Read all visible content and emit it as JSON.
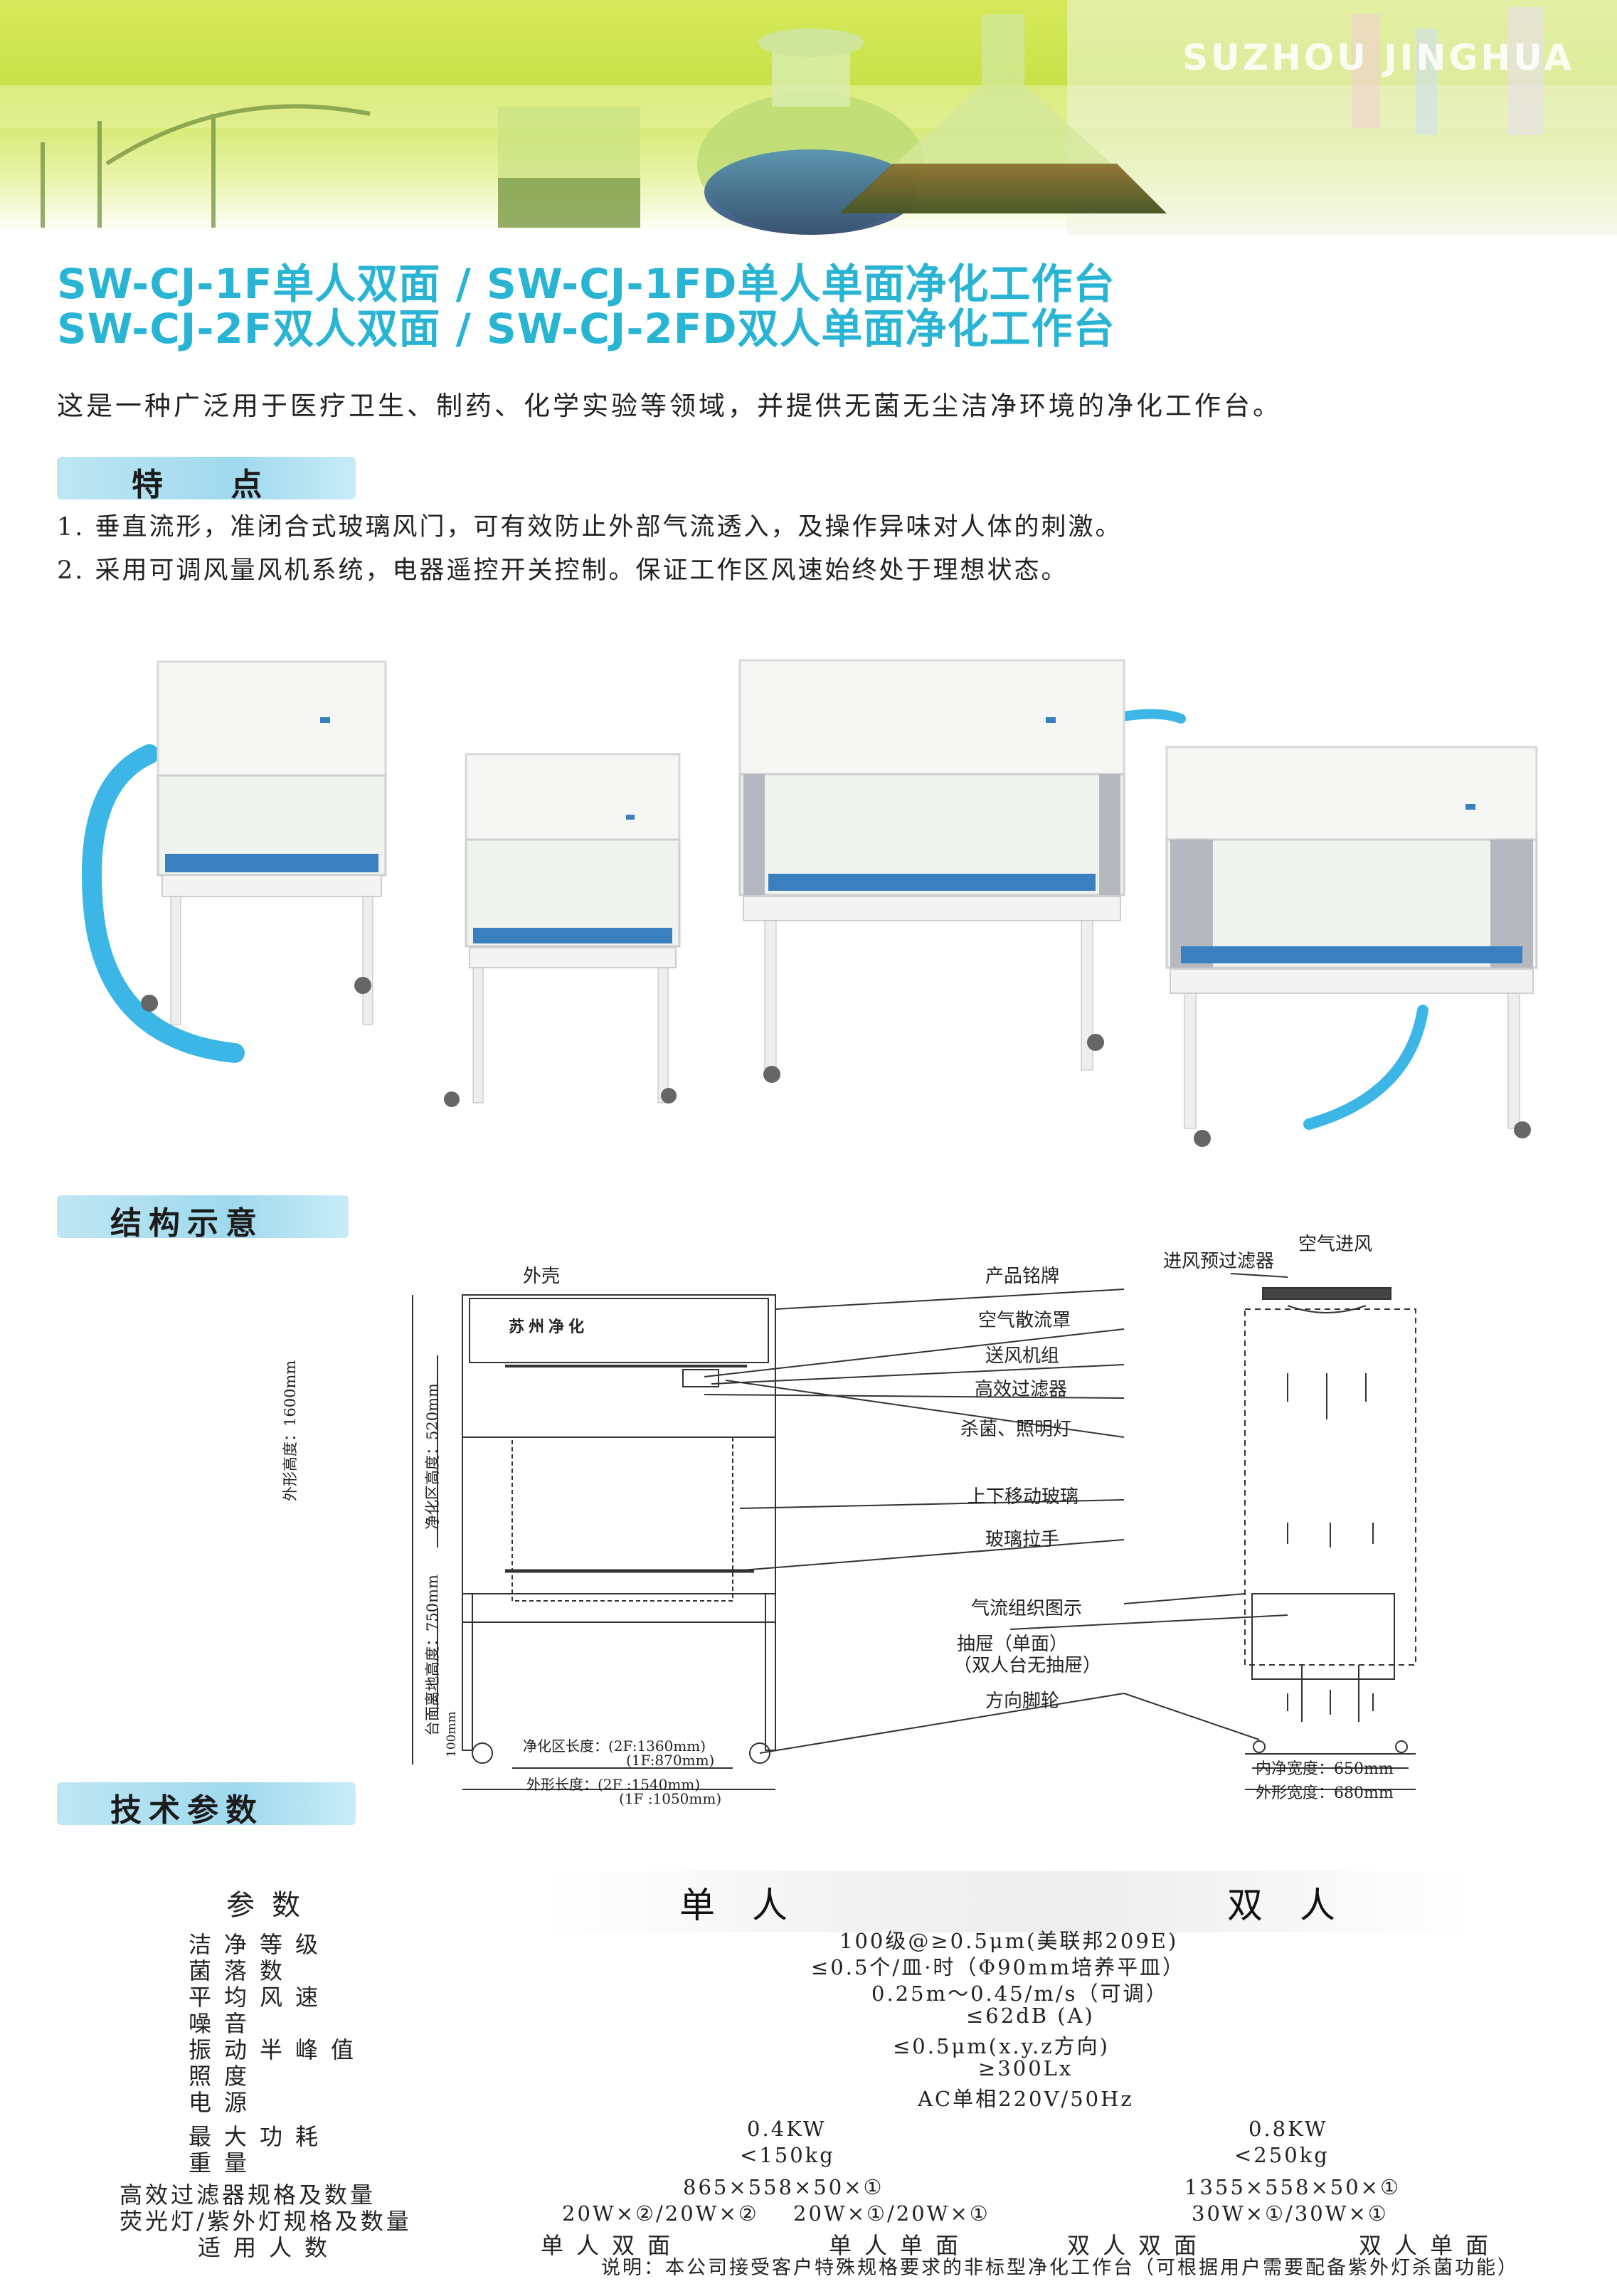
{
  "header": {
    "brand": "SUZHOU JINGHUA",
    "title_line1": "SW-CJ-1F单人双面 / SW-CJ-1FD单人单面净化工作台",
    "title_line2": "SW-CJ-2F双人双面 / SW-CJ-2FD双人单面净化工作台",
    "intro": "这是一种广泛用于医疗卫生、制药、化学实验等领域，并提供无菌无尘洁净环境的净化工作台。"
  },
  "features": {
    "heading": "特  点",
    "items": [
      "1. 垂直流形，准闭合式玻璃风门，可有效防止外部气流透入，及操作异味对人体的刺激。",
      "2. 采用可调风量风机系统，电器遥控开关控制。保证工作区风速始终处于理想状态。"
    ]
  },
  "structure": {
    "heading": "结构示意",
    "front_labels": {
      "shell": "外壳",
      "nameplate_text": "苏州净化",
      "outer_height": "外形高度：1600mm",
      "clean_height": "净化区高度：520mm",
      "table_height": "台面离地高度：750mm",
      "wheel_height": "100mm",
      "clean_length_1": "净化区长度：(2F:1360mm)",
      "clean_length_2": "(1F:870mm)",
      "outer_length_1": "外形长度：(2F :1540mm)",
      "outer_length_2": "(1F :1050mm)"
    },
    "callouts": [
      "产品铭牌",
      "空气散流罩",
      "送风机组",
      "高效过滤器",
      "杀菌、照明灯",
      "上下移动玻璃",
      "玻璃拉手",
      "气流组织图示",
      "抽屉（单面）",
      "（双人台无抽屉）",
      "方向脚轮"
    ],
    "side_labels": {
      "air_inlet": "空气进风",
      "pre_filter": "进风预过滤器",
      "inner_width": "内净宽度：650mm",
      "outer_width": "外形宽度：680mm"
    }
  },
  "specs": {
    "heading": "技术参数",
    "param_header": "参数",
    "col_single": "单人",
    "col_double": "双人",
    "rows": [
      {
        "name": "洁净等级",
        "value": "100级@≥0.5μm(美联邦209E)"
      },
      {
        "name": "菌落数",
        "value": "≤0.5个/皿·时（Φ90mm培养平皿）"
      },
      {
        "name": "平均风速",
        "value": "0.25m～0.45/m/s（可调）"
      },
      {
        "name": "噪音",
        "value": "≤62dB (A)"
      },
      {
        "name": "振动半峰值",
        "value": "≤0.5μm(x.y.z方向)"
      },
      {
        "name": "照度",
        "value": "≥300Lx"
      },
      {
        "name": "电源",
        "value": "AC单相220V/50Hz"
      },
      {
        "name": "最大功耗",
        "single": "0.4KW",
        "double": "0.8KW"
      },
      {
        "name": "重量",
        "single": "<150kg",
        "double": "<250kg"
      },
      {
        "name": "高效过滤器规格及数量",
        "single": "865×558×50×①",
        "double": "1355×558×50×①"
      },
      {
        "name": "荧光灯/紫外灯规格及数量",
        "values": [
          "20W×②/20W×②",
          "20W×①/20W×①",
          "30W×①/30W×①"
        ]
      },
      {
        "name": "适用人数",
        "values": [
          "单人双面",
          "单人单面",
          "双人双面",
          "双人单面"
        ]
      }
    ],
    "note": "说明：本公司接受客户特殊规格要求的非标型净化工作台（可根据用户需要配备紫外灯杀菌功能）"
  },
  "colors": {
    "title_blue": "#2ab4d4",
    "section_bar": "#a8dcef",
    "swoosh": "#3bb6e6",
    "banner_green": "#c8e24a"
  }
}
